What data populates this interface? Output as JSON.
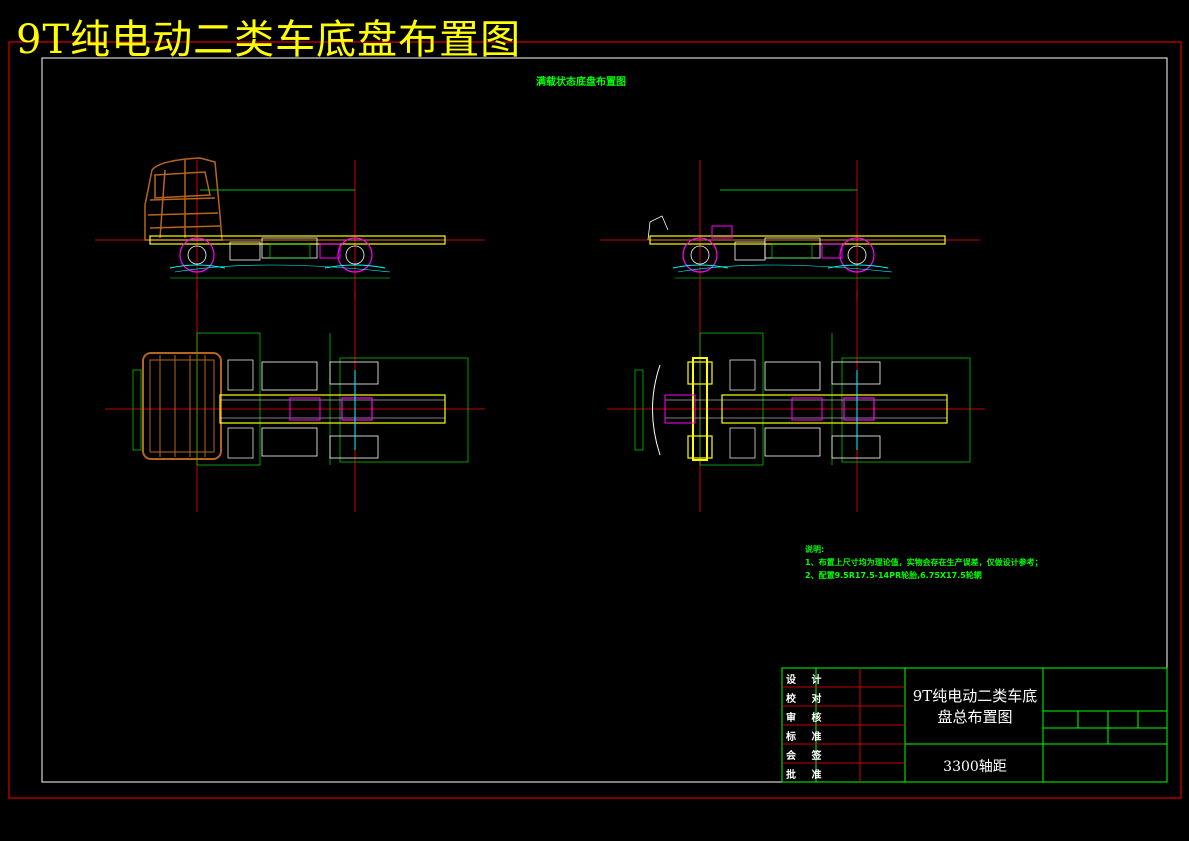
{
  "drawing": {
    "title": "9T纯电动二类车底盘布置图",
    "subtitle": "满载状态底盘布置图",
    "notes": {
      "heading": "说明:",
      "lines": [
        "1、布置上尺寸均为理论值，实物会存在生产误差，仅做设计参考；",
        "2、配置9.5R17.5-14PR轮胎,6.75X17.5轮辋"
      ]
    },
    "title_block": {
      "row_labels": [
        "设 计",
        "校 对",
        "审 核",
        "标 准",
        "会 签",
        "批 准"
      ],
      "drawing_name": [
        "9T纯电动二类车底",
        "盘总布置图"
      ],
      "wheelbase": "3300轴距"
    },
    "colors": {
      "background": "#000000",
      "frame_border": "#ffffff",
      "outer_border": "#ff0000",
      "title": "#ffff00",
      "dimension": "#00ff00",
      "centerline": "#ff0000",
      "cab": "#b5651d",
      "chassis": "#ffff00",
      "component": "#ff00ff",
      "axle": "#00ffff",
      "detail": "#ffffff"
    }
  }
}
